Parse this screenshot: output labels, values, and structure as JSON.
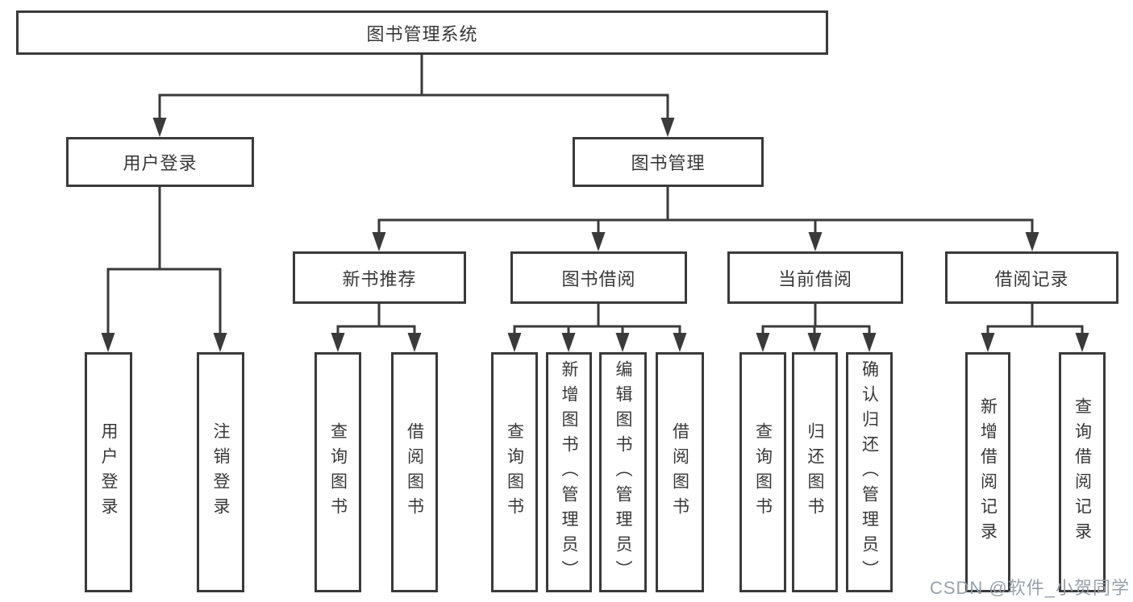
{
  "diagram": {
    "title": "图书管理系统",
    "level2": {
      "user_login": "用户登录",
      "book_management": "图书管理"
    },
    "level3": {
      "new_book_recommend": "新书推荐",
      "book_borrow": "图书借阅",
      "current_borrow": "当前借阅",
      "borrow_records": "借阅记录"
    },
    "leaves": {
      "user_login": [
        "用户登录",
        "注销登录"
      ],
      "new_book_recommend": [
        "查询图书",
        "借阅图书"
      ],
      "book_borrow": [
        "查询图书",
        "新增图书（管理员）",
        "编辑图书（管理员）",
        "借阅图书"
      ],
      "current_borrow": [
        "查询图书",
        "归还图书",
        "确认归还（管理员）"
      ],
      "borrow_records": [
        "新增借阅记录",
        "查询借阅记录"
      ]
    }
  },
  "watermark": "CSDN @软件_小贺同学",
  "colors": {
    "line": "#3a3a3a",
    "text": "#383838",
    "background": "#ffffff",
    "watermark": "#949ba4"
  }
}
